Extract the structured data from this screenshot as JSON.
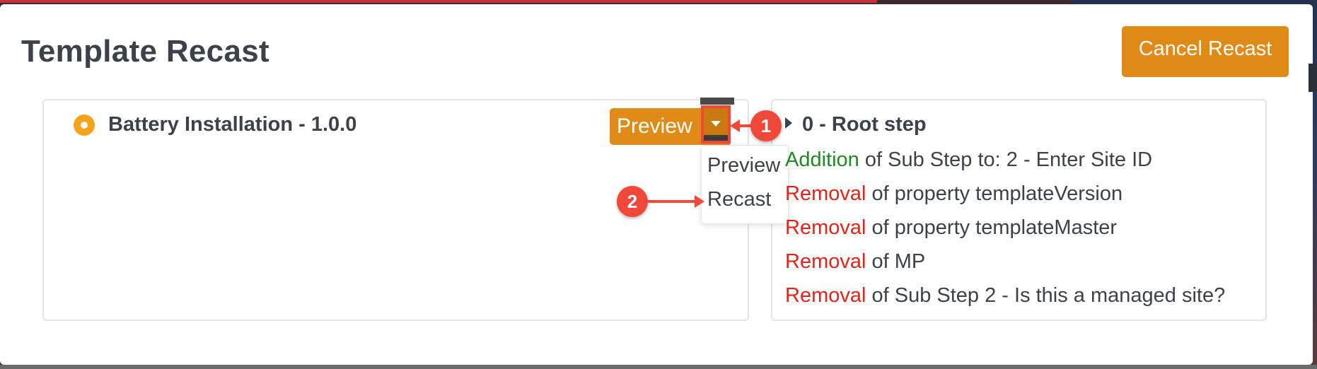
{
  "modal": {
    "title": "Template Recast",
    "cancel_label": "Cancel Recast"
  },
  "template": {
    "name": "Battery Installation - 1.0.0",
    "preview_label": "Preview",
    "menu_items": [
      "Preview",
      "Recast"
    ]
  },
  "annotations": {
    "step1": "1",
    "step2": "2"
  },
  "changes": {
    "root": "0 - Root step",
    "rows": [
      {
        "kind": "Addition",
        "text": " of Sub Step to: 2 - Enter Site ID"
      },
      {
        "kind": "Removal",
        "text": " of property templateVersion"
      },
      {
        "kind": "Removal",
        "text": " of property templateMaster"
      },
      {
        "kind": "Removal",
        "text": " of MP"
      },
      {
        "kind": "Removal",
        "text": " of Sub Step 2 - Is this a managed site?"
      }
    ]
  },
  "colors": {
    "accent": "#e08b17",
    "addition": "#1f8a1f",
    "removal": "#e4231b",
    "annotation": "#f2483a"
  }
}
